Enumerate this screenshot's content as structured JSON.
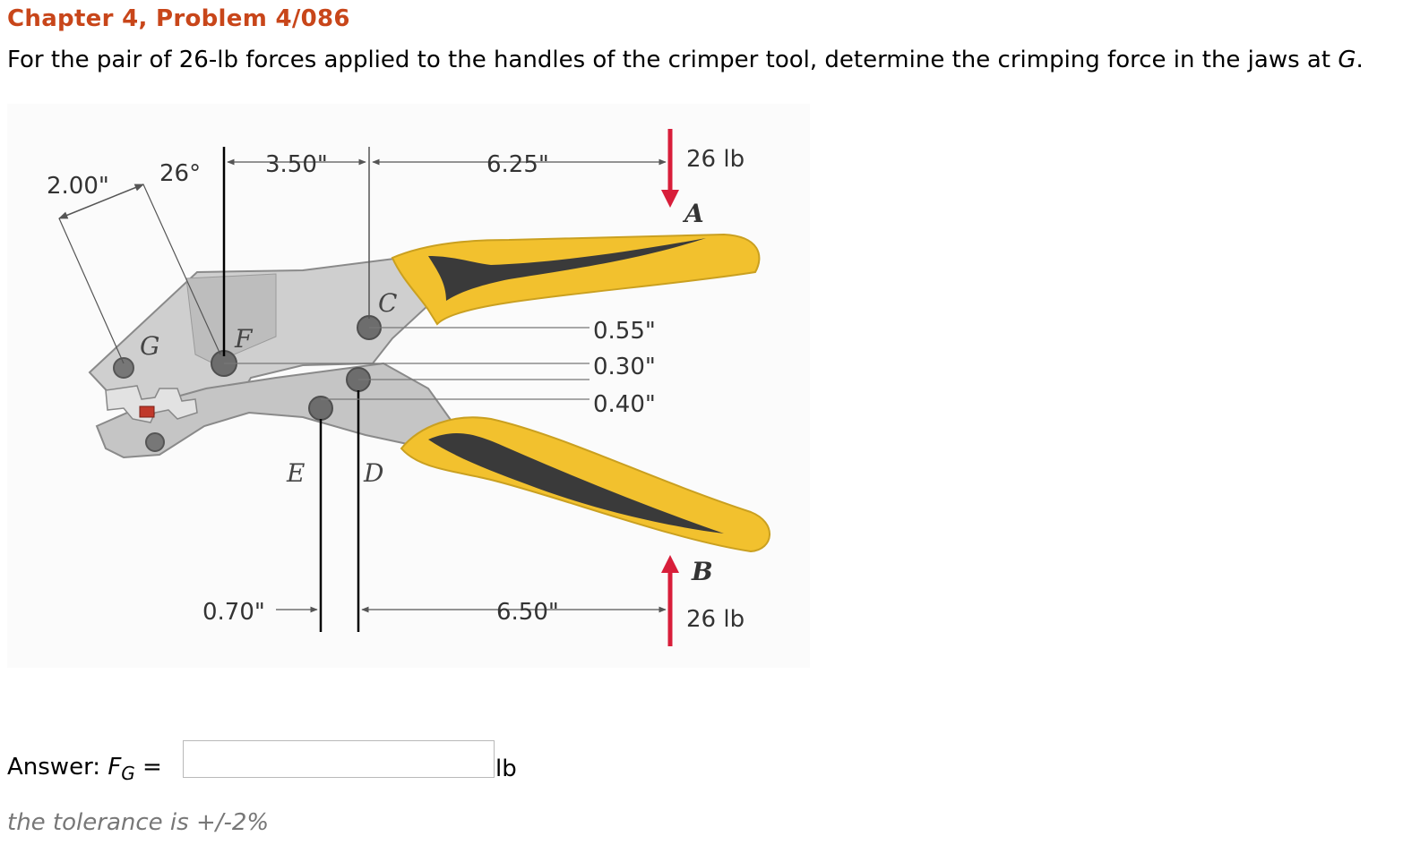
{
  "problem": {
    "heading": "Chapter 4, Problem 4/086",
    "statement_before": "For the pair of 26-lb forces applied to the handles of the crimper tool, determine the crimping force in the jaws at ",
    "statement_point": "G",
    "statement_after": "."
  },
  "figure": {
    "dimensions": {
      "d_200": "2.00\"",
      "angle_26": "26°",
      "d_350": "3.50\"",
      "d_625": "6.25\"",
      "d_055": "0.55\"",
      "d_030": "0.30\"",
      "d_040": "0.40\"",
      "d_070": "0.70\"",
      "d_650": "6.50\""
    },
    "forces": {
      "top": "26 lb",
      "bottom": "26 lb"
    },
    "points": {
      "A": "A",
      "B": "B",
      "C": "C",
      "D": "D",
      "E": "E",
      "F": "F",
      "G": "G"
    },
    "colors": {
      "handle_yellow": "#f2c12e",
      "grip_dark": "#3a3a3a",
      "force_arrow": "#d81e3a",
      "metal": "#c9c9c9"
    }
  },
  "answer": {
    "label_prefix": "Answer: ",
    "label_symbol": "F",
    "label_subscript": "G",
    "label_equals": " =",
    "value": "",
    "unit": "lb"
  },
  "tolerance": "the tolerance is +/-2%"
}
